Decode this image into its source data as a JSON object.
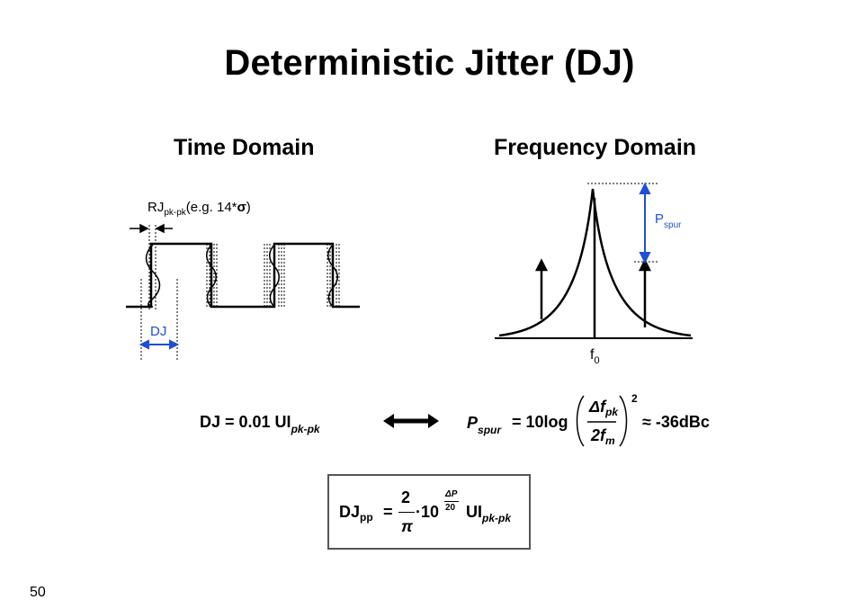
{
  "slide": {
    "title": "Deterministic Jitter (DJ)",
    "page_number": "50"
  },
  "time_domain": {
    "heading": "Time Domain",
    "rj_label_main": "RJ",
    "rj_label_sub": "pk-pk",
    "rj_label_paren": "(e.g. 14*",
    "rj_label_sigma": "σ",
    "rj_label_close": ")",
    "dj_label": "DJ"
  },
  "frequency_domain": {
    "heading": "Frequency Domain",
    "pspur_main": "P",
    "pspur_sub": "spur",
    "f0_main": "f",
    "f0_sub": "0"
  },
  "equations": {
    "dj_lhs": "DJ = 0.01 UI",
    "dj_sub": "pk-pk",
    "pspur_lhs": "P",
    "pspur_sub": "spur",
    "pspur_eq": "= 10log",
    "delta_f": "Δf",
    "delta_f_sub": "pk",
    "two_f": "2f",
    "two_f_sub": "m",
    "exponent": "2",
    "approx": "≈ -36dBc",
    "box_lhs": "DJ",
    "box_lhs_sub": "pp",
    "box_equals": "=",
    "box_num": "2",
    "box_den": "π",
    "box_mult": "·10",
    "box_exp_num": "ΔP",
    "box_exp_den": "20",
    "box_ui": "UI",
    "box_ui_sub": "pk-pk"
  },
  "colors": {
    "accent_blue": "#1f4fd6",
    "text": "#000000",
    "box_border": "#555555"
  }
}
